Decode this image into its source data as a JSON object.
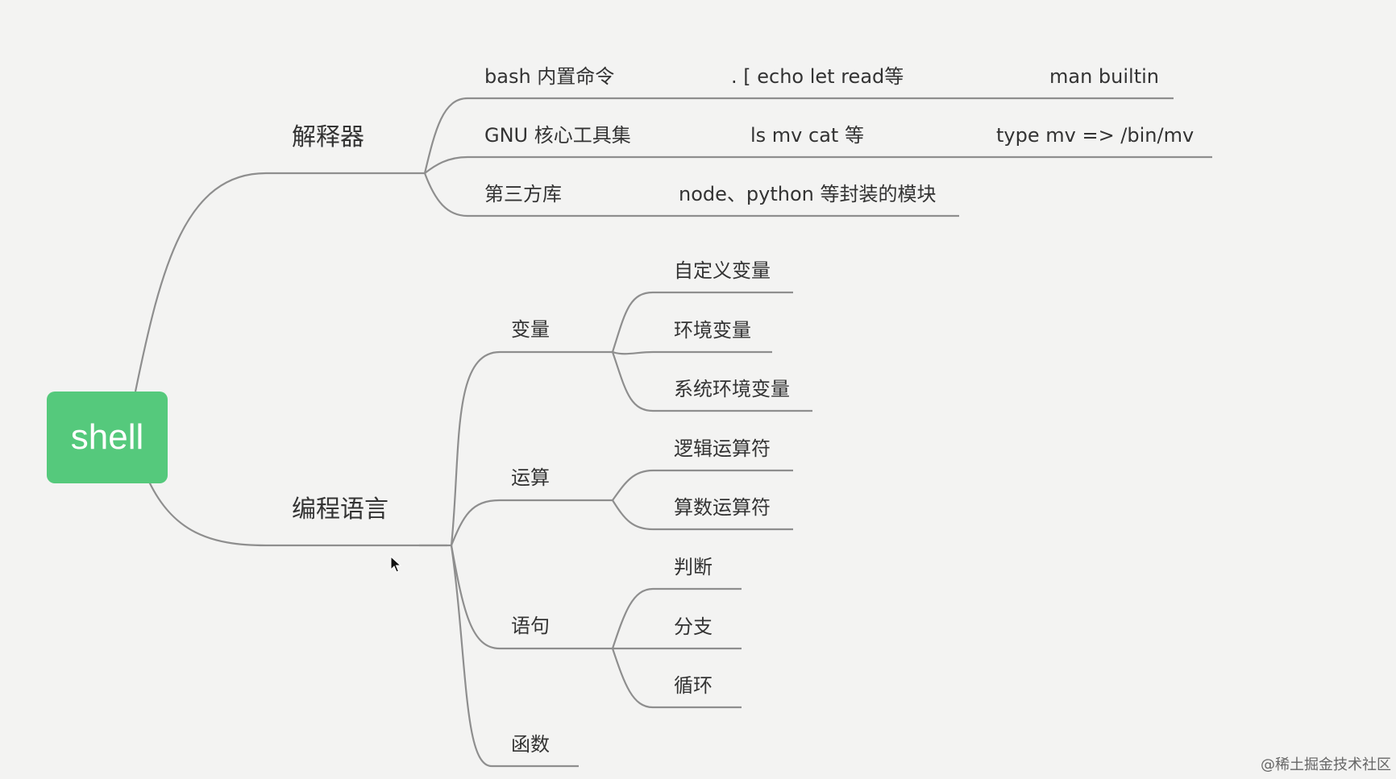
{
  "root": {
    "label": "shell"
  },
  "interpreter": {
    "label": "解释器",
    "rows": {
      "bash": {
        "name": "bash 内置命令",
        "examples": ".  [  echo  let  read等",
        "note": "man builtin"
      },
      "gnu": {
        "name": "GNU 核心工具集",
        "examples": "ls   mv  cat 等",
        "note": "type mv =>  /bin/mv"
      },
      "third": {
        "name": "第三方库",
        "examples": "node、python 等封装的模块"
      }
    }
  },
  "language": {
    "label": "编程语言",
    "variables": {
      "label": "变量",
      "items": [
        "自定义变量",
        "环境变量",
        "系统环境变量"
      ]
    },
    "operations": {
      "label": "运算",
      "items": [
        "逻辑运算符",
        "算数运算符"
      ]
    },
    "statements": {
      "label": "语句",
      "items": [
        "判断",
        "分支",
        "循环"
      ]
    },
    "functions": {
      "label": "函数"
    }
  },
  "watermark": "@稀土掘金技术社区"
}
